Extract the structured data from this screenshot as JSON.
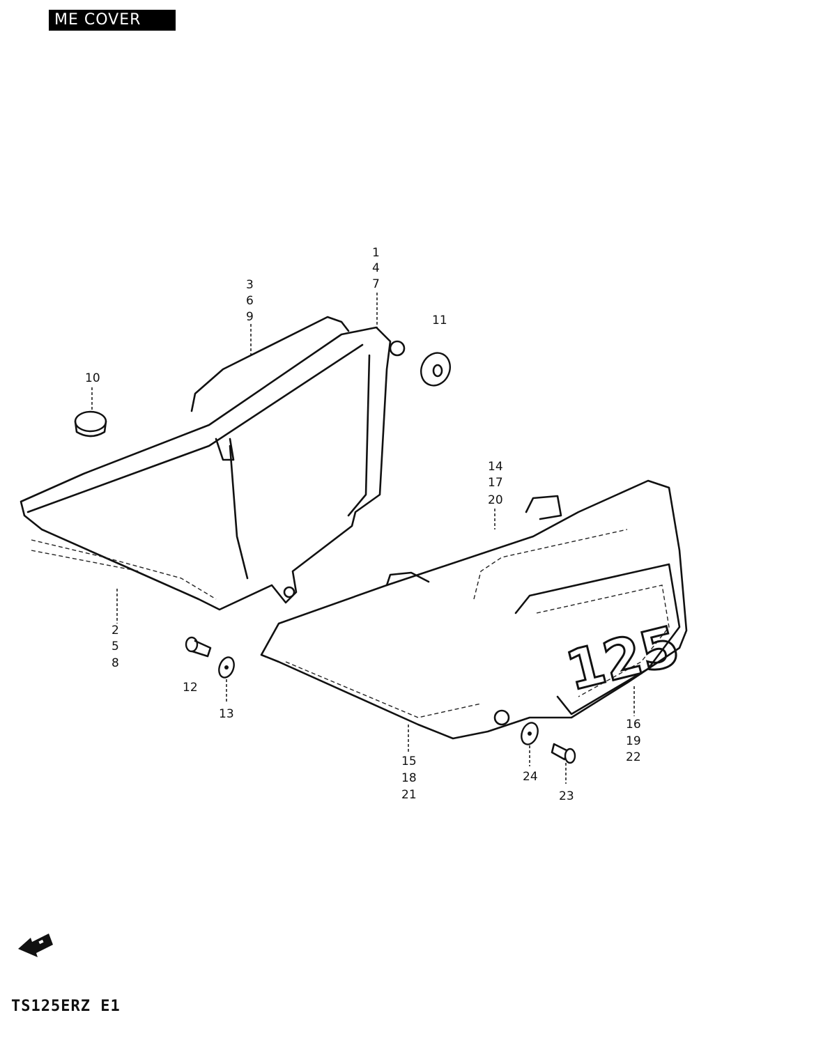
{
  "header": {
    "title": "ME COVER"
  },
  "footer": {
    "model_code": "TS125ERZ E1"
  },
  "callouts": {
    "c1": [
      "1",
      "4",
      "7"
    ],
    "c2": [
      "3",
      "6",
      "9"
    ],
    "c3": "10",
    "c4": "11",
    "c5": [
      "2",
      "5",
      "8"
    ],
    "c6": "12",
    "c7": "13",
    "c8": [
      "14",
      "17",
      "20"
    ],
    "c9": [
      "15",
      "18",
      "21"
    ],
    "c10": [
      "16",
      "19",
      "22"
    ],
    "c11": "24",
    "c12": "23"
  },
  "emblem_text": "125",
  "icons": {
    "direction": "front-arrow-icon"
  }
}
